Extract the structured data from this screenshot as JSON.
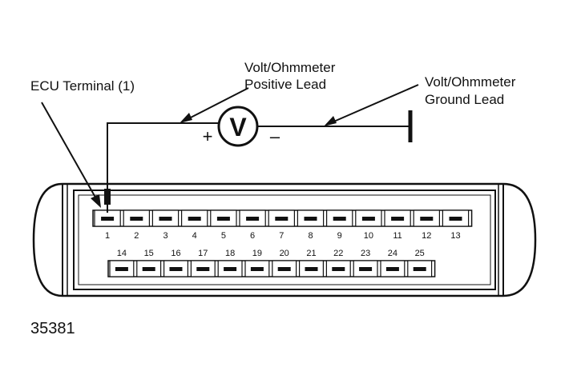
{
  "labels": {
    "ecu_terminal": "ECU Terminal (1)",
    "positive_lead_line1": "Volt/Ohmmeter",
    "positive_lead_line2": "Positive Lead",
    "ground_lead_line1": "Volt/Ohmmeter",
    "ground_lead_line2": "Ground Lead",
    "meter_symbol": "V",
    "plus_sign": "+",
    "minus_sign": "–",
    "figure_number": "35381"
  },
  "connector": {
    "top_row": [
      "1",
      "2",
      "3",
      "4",
      "5",
      "6",
      "7",
      "8",
      "9",
      "10",
      "11",
      "12",
      "13"
    ],
    "bottom_row": [
      "14",
      "15",
      "16",
      "17",
      "18",
      "19",
      "20",
      "21",
      "22",
      "23",
      "24",
      "25"
    ]
  },
  "colors": {
    "ink": "#111111",
    "background": "#ffffff"
  }
}
